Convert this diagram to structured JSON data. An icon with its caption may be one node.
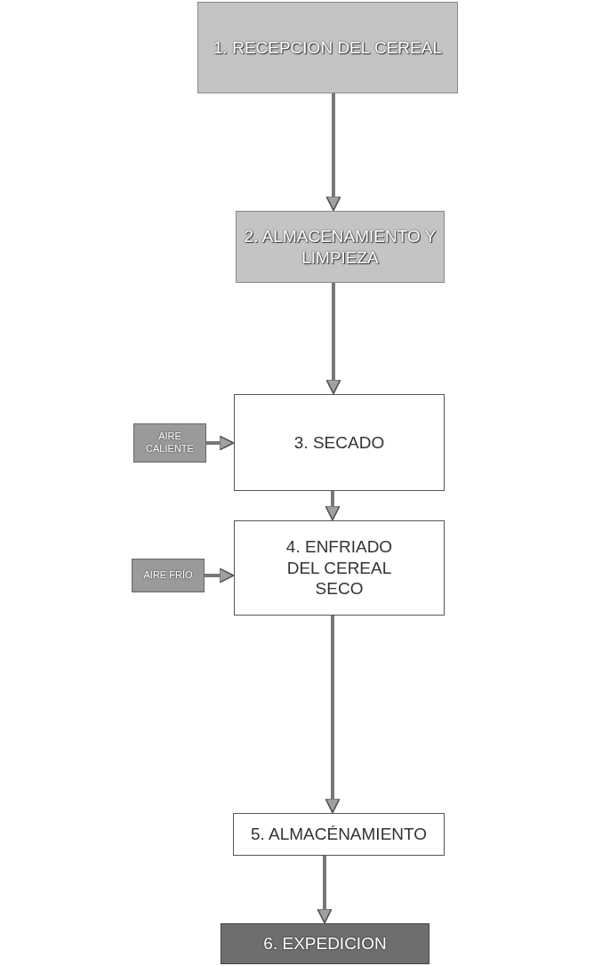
{
  "diagram": {
    "nodes": [
      {
        "text": [
          "1. RECEPCION DEL CEREAL"
        ]
      },
      {
        "text": [
          "2. ALMACENAMIENTO Y LIMPIEZA"
        ]
      },
      {
        "text": [
          "AIRE CALIENTE"
        ]
      },
      {
        "text": [
          "3. SECADO"
        ]
      },
      {
        "text": [
          "AIRE FRÍO"
        ]
      },
      {
        "text": [
          "4. ENFRIADO DEL CEREAL SECO"
        ]
      },
      {
        "text": [
          "5. ALMACÉNAMIENTO"
        ]
      },
      {
        "text": [
          "6. EXPEDICION"
        ]
      }
    ],
    "edges": [
      {
        "from": 0,
        "to": 1,
        "arrow": "to"
      },
      {
        "from": 1,
        "to": 3,
        "arrow": "to"
      },
      {
        "from": 2,
        "to": 3,
        "arrow": "to"
      },
      {
        "from": 3,
        "to": 5,
        "arrow": "to"
      },
      {
        "from": 4,
        "to": 5,
        "arrow": "to"
      },
      {
        "from": 5,
        "to": 6,
        "arrow": "to"
      },
      {
        "from": 6,
        "to": 7,
        "arrow": "to"
      }
    ]
  }
}
